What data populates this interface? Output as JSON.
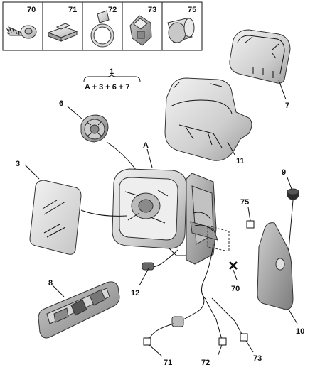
{
  "legend": {
    "items": [
      {
        "number": "70",
        "icon": "screw-icon"
      },
      {
        "number": "71",
        "icon": "clip-icon"
      },
      {
        "number": "72",
        "icon": "cable-tie-icon"
      },
      {
        "number": "73",
        "icon": "connector-holder-icon"
      },
      {
        "number": "75",
        "icon": "grommet-icon"
      }
    ]
  },
  "assembly": {
    "number": "1",
    "formula": "A + 3 + 6 + 7"
  },
  "callouts": {
    "c_6": "6",
    "c_a": "A",
    "c_3": "3",
    "c_7": "7",
    "c_11": "11",
    "c_9": "9",
    "c_75": "75",
    "c_70": "70",
    "c_12": "12",
    "c_8": "8",
    "c_10": "10",
    "c_71": "71",
    "c_72": "72",
    "c_73": "73"
  },
  "colors": {
    "part_fill": "#d8d8d8",
    "part_dark": "#9a9a9a",
    "cable": "#555555",
    "ink": "#111111"
  }
}
